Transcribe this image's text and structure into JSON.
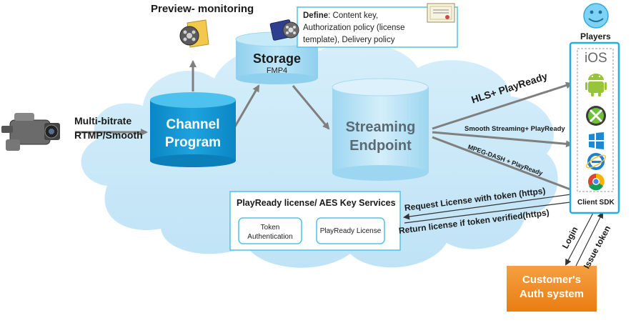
{
  "preview": {
    "title": "Preview- monitoring",
    "icon": "film-reel-folder-icon"
  },
  "define_box": {
    "bold": "Define",
    "rest_line1": ": Content key,",
    "line2": "Authorization policy (license",
    "line3": "template), Delivery policy",
    "icon": "certificate-icon"
  },
  "input": {
    "icon": "video-camera-icon",
    "line1": "Multi-bitrate",
    "line2": "RTMP/Smooth"
  },
  "channel": {
    "line1": "Channel",
    "line2": "Program"
  },
  "storage": {
    "title": "Storage",
    "sub": "FMP4"
  },
  "streaming": {
    "line1": "Streaming",
    "line2": "Endpoint"
  },
  "protocols": {
    "hls": "HLS+ PlayReady",
    "smooth": "Smooth Streaming+ PlayReady",
    "dash": "MPEG-DASH + PlayReady"
  },
  "players": {
    "icon": "smiley-face-icon",
    "title": "Players",
    "items": [
      "iOS",
      "android-icon",
      "xbox-icon",
      "windows-icon",
      "ie-icon",
      "chrome-icon"
    ],
    "footer": "Client SDK"
  },
  "license": {
    "title": "PlayReady license/ AES Key Services",
    "token_line1": "Token",
    "token_line2": "Authentication",
    "playready": "PlayReady License"
  },
  "flows": {
    "request": "Request License with token (https)",
    "return": "Return license if token verified(https)",
    "login": "Login",
    "issue": "Issue token"
  },
  "auth": {
    "line1": "Customer's",
    "line2": "Auth system"
  },
  "colors": {
    "cloud": "#c9e8f7",
    "channel_top": "#38b6e6",
    "channel_body": "#1092cf",
    "storage": "#a9dcf2",
    "streaming": "#bfe6f7",
    "box_border": "#4fc3ea",
    "auth": "#f18a1c",
    "arrow": "#7f7f7f"
  }
}
